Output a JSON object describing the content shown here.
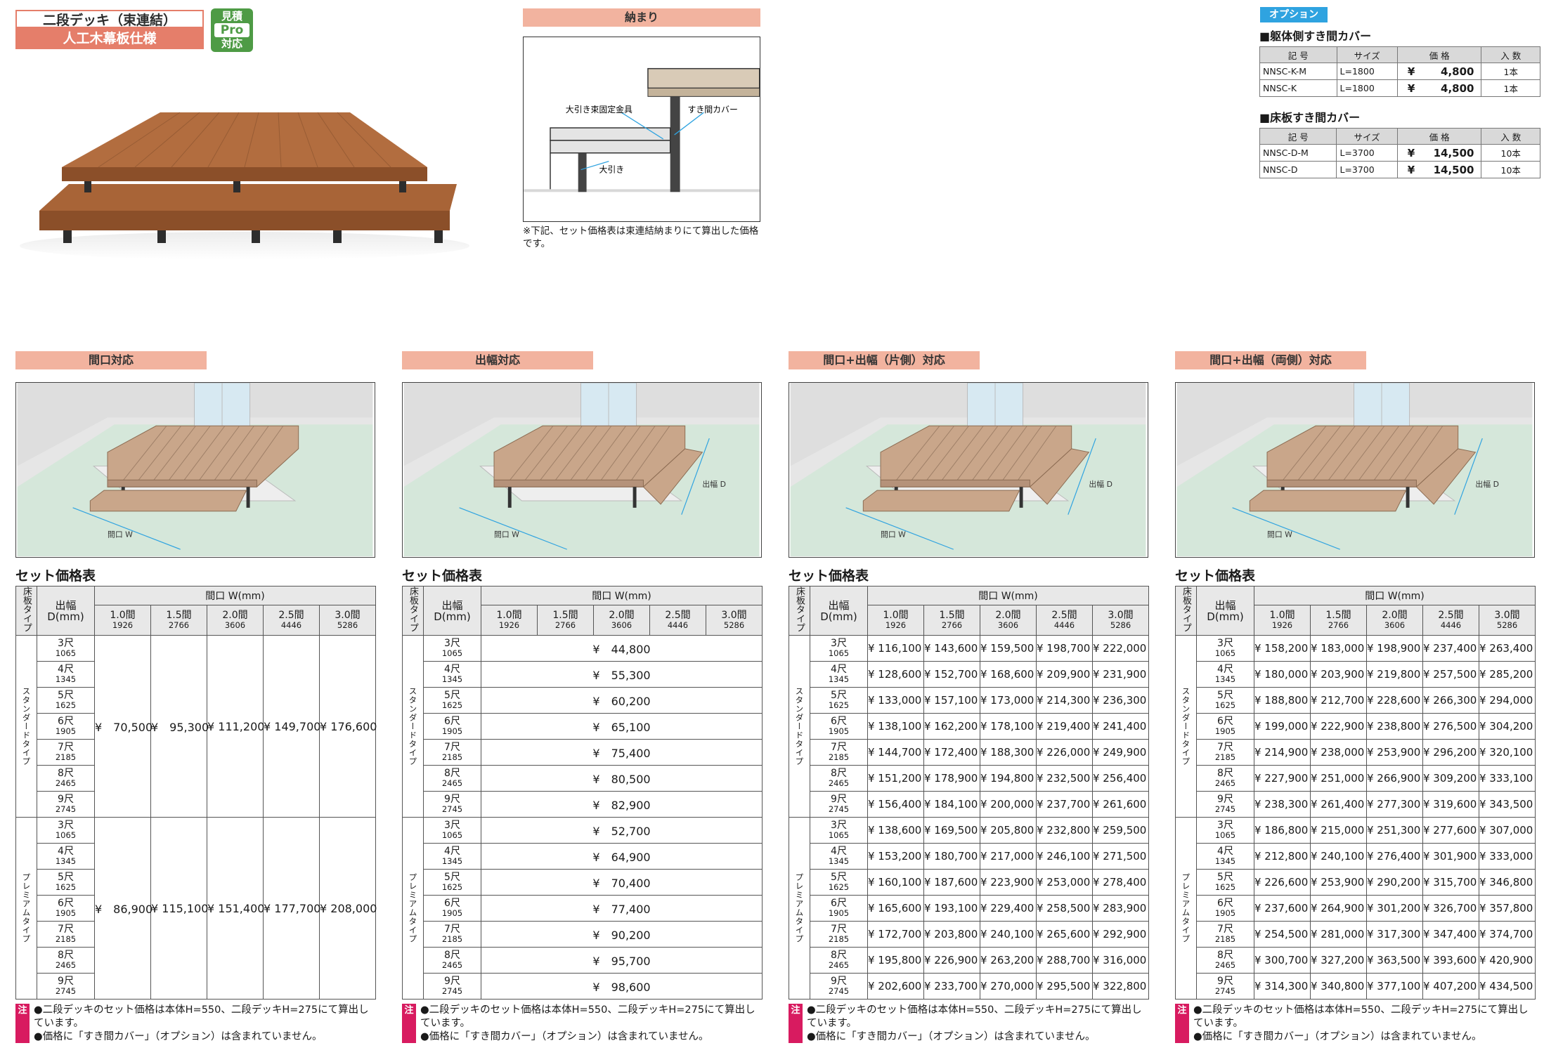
{
  "title": {
    "line1": "二段デッキ（束連結）",
    "line2": "人工木幕板仕様"
  },
  "badge": {
    "line1": "見積",
    "line2": "Pro",
    "line3": "対応"
  },
  "fit": {
    "header": "納まり",
    "labels": {
      "bracket": "大引き束固定金具",
      "cover": "すき間カバー",
      "beam": "大引き"
    },
    "note": "※下記、セット価格表は束連結納まりにて算出した価格です。"
  },
  "option": {
    "tag": "オプション",
    "table1": {
      "title": "■躯体側すき間カバー",
      "headers": [
        "記 号",
        "サイズ",
        "価 格",
        "入 数"
      ],
      "rows": [
        {
          "code": "NNSC-K-M",
          "size": "L=1800",
          "yen": "¥",
          "price": "4,800",
          "qty": "1本"
        },
        {
          "code": "NNSC-K",
          "size": "L=1800",
          "yen": "¥",
          "price": "4,800",
          "qty": "1本"
        }
      ]
    },
    "table2": {
      "title": "■床板すき間カバー",
      "headers": [
        "記 号",
        "サイズ",
        "価 格",
        "入 数"
      ],
      "rows": [
        {
          "code": "NNSC-D-M",
          "size": "L=3700",
          "yen": "¥",
          "price": "14,500",
          "qty": "10本"
        },
        {
          "code": "NNSC-D",
          "size": "L=3700",
          "yen": "¥",
          "price": "14,500",
          "qty": "10本"
        }
      ]
    }
  },
  "common": {
    "set_title": "セット価格表",
    "type_header": "床板タイプ",
    "depth_header": "出幅",
    "depth_unit": "D(mm)",
    "width_header": "間口 W(mm)",
    "widths": [
      {
        "label": "1.0間",
        "mm": "1926"
      },
      {
        "label": "1.5間",
        "mm": "2766"
      },
      {
        "label": "2.0間",
        "mm": "3606"
      },
      {
        "label": "2.5間",
        "mm": "4446"
      },
      {
        "label": "3.0間",
        "mm": "5286"
      }
    ],
    "depths": [
      {
        "label": "3尺",
        "mm": "1065"
      },
      {
        "label": "4尺",
        "mm": "1345"
      },
      {
        "label": "5尺",
        "mm": "1625"
      },
      {
        "label": "6尺",
        "mm": "1905"
      },
      {
        "label": "7尺",
        "mm": "2185"
      },
      {
        "label": "8尺",
        "mm": "2465"
      },
      {
        "label": "9尺",
        "mm": "2745"
      }
    ],
    "types": [
      "スタンダードタイプ",
      "プレミアムタイプ"
    ],
    "note_tag": "注",
    "notes": [
      "●二段デッキのセット価格は本体H=550、二段デッキH=275にて算出しています。",
      "●価格に「すき間カバー」（オプション）は含まれていません。"
    ],
    "diagram_labels": {
      "w": "間口 W",
      "d": "出幅 D"
    }
  },
  "panels": [
    {
      "header": "間口対応",
      "mode": "w",
      "prices": [
        [
          "¥　70,500",
          "¥　95,300",
          "¥ 111,200",
          "¥ 149,700",
          "¥ 176,600"
        ],
        [
          "¥　86,900",
          "¥ 115,100",
          "¥ 151,400",
          "¥ 177,700",
          "¥ 208,000"
        ]
      ]
    },
    {
      "header": "出幅対応",
      "mode": "d",
      "prices": [
        [
          "¥　44,800",
          "¥　55,300",
          "¥　60,200",
          "¥　65,100",
          "¥　75,400",
          "¥　80,500",
          "¥　82,900"
        ],
        [
          "¥　52,700",
          "¥　64,900",
          "¥　70,400",
          "¥　77,400",
          "¥　90,200",
          "¥　95,700",
          "¥　98,600"
        ]
      ]
    },
    {
      "header": "間口+出幅（片側）対応",
      "mode": "full",
      "prices": [
        [
          [
            "¥ 116,100",
            "¥ 143,600",
            "¥ 159,500",
            "¥ 198,700",
            "¥ 222,000"
          ],
          [
            "¥ 128,600",
            "¥ 152,700",
            "¥ 168,600",
            "¥ 209,900",
            "¥ 231,900"
          ],
          [
            "¥ 133,000",
            "¥ 157,100",
            "¥ 173,000",
            "¥ 214,300",
            "¥ 236,300"
          ],
          [
            "¥ 138,100",
            "¥ 162,200",
            "¥ 178,100",
            "¥ 219,400",
            "¥ 241,400"
          ],
          [
            "¥ 144,700",
            "¥ 172,400",
            "¥ 188,300",
            "¥ 226,000",
            "¥ 249,900"
          ],
          [
            "¥ 151,200",
            "¥ 178,900",
            "¥ 194,800",
            "¥ 232,500",
            "¥ 256,400"
          ],
          [
            "¥ 156,400",
            "¥ 184,100",
            "¥ 200,000",
            "¥ 237,700",
            "¥ 261,600"
          ]
        ],
        [
          [
            "¥ 138,600",
            "¥ 169,500",
            "¥ 205,800",
            "¥ 232,800",
            "¥ 259,500"
          ],
          [
            "¥ 153,200",
            "¥ 180,700",
            "¥ 217,000",
            "¥ 246,100",
            "¥ 271,500"
          ],
          [
            "¥ 160,100",
            "¥ 187,600",
            "¥ 223,900",
            "¥ 253,000",
            "¥ 278,400"
          ],
          [
            "¥ 165,600",
            "¥ 193,100",
            "¥ 229,400",
            "¥ 258,500",
            "¥ 283,900"
          ],
          [
            "¥ 172,700",
            "¥ 203,800",
            "¥ 240,100",
            "¥ 265,600",
            "¥ 292,900"
          ],
          [
            "¥ 195,800",
            "¥ 226,900",
            "¥ 263,200",
            "¥ 288,700",
            "¥ 316,000"
          ],
          [
            "¥ 202,600",
            "¥ 233,700",
            "¥ 270,000",
            "¥ 295,500",
            "¥ 322,800"
          ]
        ]
      ]
    },
    {
      "header": "間口+出幅（両側）対応",
      "mode": "full",
      "prices": [
        [
          [
            "¥ 158,200",
            "¥ 183,000",
            "¥ 198,900",
            "¥ 237,400",
            "¥ 263,400"
          ],
          [
            "¥ 180,000",
            "¥ 203,900",
            "¥ 219,800",
            "¥ 257,500",
            "¥ 285,200"
          ],
          [
            "¥ 188,800",
            "¥ 212,700",
            "¥ 228,600",
            "¥ 266,300",
            "¥ 294,000"
          ],
          [
            "¥ 199,000",
            "¥ 222,900",
            "¥ 238,800",
            "¥ 276,500",
            "¥ 304,200"
          ],
          [
            "¥ 214,900",
            "¥ 238,000",
            "¥ 253,900",
            "¥ 296,200",
            "¥ 320,100"
          ],
          [
            "¥ 227,900",
            "¥ 251,000",
            "¥ 266,900",
            "¥ 309,200",
            "¥ 333,100"
          ],
          [
            "¥ 238,300",
            "¥ 261,400",
            "¥ 277,300",
            "¥ 319,600",
            "¥ 343,500"
          ]
        ],
        [
          [
            "¥ 186,800",
            "¥ 215,000",
            "¥ 251,300",
            "¥ 277,600",
            "¥ 307,000"
          ],
          [
            "¥ 212,800",
            "¥ 240,100",
            "¥ 276,400",
            "¥ 301,900",
            "¥ 333,000"
          ],
          [
            "¥ 226,600",
            "¥ 253,900",
            "¥ 290,200",
            "¥ 315,700",
            "¥ 346,800"
          ],
          [
            "¥ 237,600",
            "¥ 264,900",
            "¥ 301,200",
            "¥ 326,700",
            "¥ 357,800"
          ],
          [
            "¥ 254,500",
            "¥ 281,000",
            "¥ 317,300",
            "¥ 347,400",
            "¥ 374,700"
          ],
          [
            "¥ 300,700",
            "¥ 327,200",
            "¥ 363,500",
            "¥ 393,600",
            "¥ 420,900"
          ],
          [
            "¥ 314,300",
            "¥ 340,800",
            "¥ 377,100",
            "¥ 407,200",
            "¥ 434,500"
          ]
        ]
      ]
    }
  ]
}
